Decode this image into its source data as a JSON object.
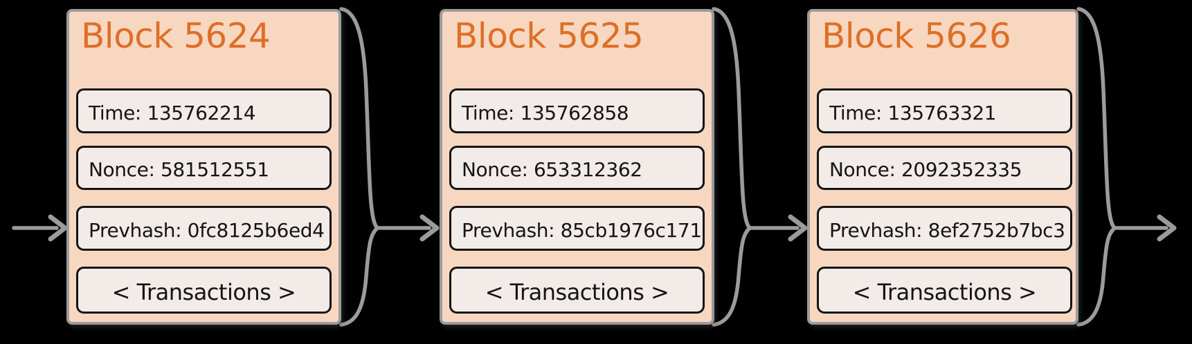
{
  "diagram": {
    "kind": "blockchain-chain",
    "background": "#000000"
  },
  "colors": {
    "block_background": "#f8d7c1",
    "block_border": "#9b9b9b",
    "field_background": "#f2ebe8",
    "field_border": "#141414",
    "title_orange": "#de6f26",
    "connector_gray": "#9b9b9b",
    "text": "#141414"
  },
  "blocks": [
    {
      "title": "Block 5624",
      "time": "Time: 135762214",
      "nonce": "Nonce: 581512551",
      "prevhash": "Prevhash: 0fc8125b6ed4",
      "transactions_button": "< Transactions >"
    },
    {
      "title": "Block 5625",
      "time": "Time: 135762858",
      "nonce": "Nonce: 653312362",
      "prevhash": "Prevhash: 85cb1976c171",
      "transactions_button": "< Transactions >"
    },
    {
      "title": "Block 5626",
      "time": "Time: 135763321",
      "nonce": "Nonce: 2092352335",
      "prevhash": "Prevhash: 8ef2752b7bc3",
      "transactions_button": "< Transactions >"
    }
  ]
}
